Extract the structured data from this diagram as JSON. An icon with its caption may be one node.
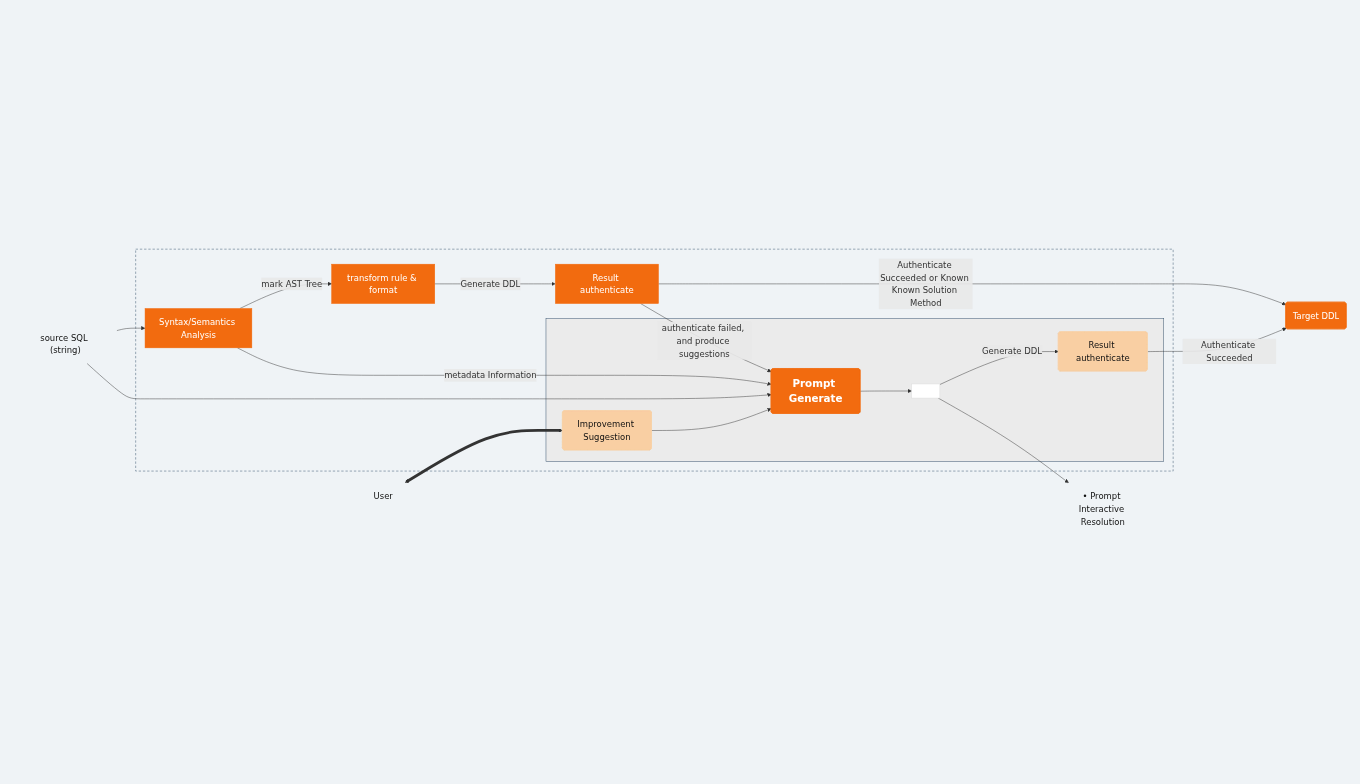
{
  "diagram": {
    "nodes": [
      {
        "text": [],
        "shape": "box"
      },
      {
        "text": [
          "Syntax/Semantics Analysis"
        ],
        "in": 0
      },
      {
        "text": [
          "transform rule & format"
        ],
        "in": 0
      },
      {
        "text": [
          "Result authenticate"
        ],
        "in": 0
      },
      {
        "text": [],
        "shape": "box",
        "in": 0
      },
      {
        "text": [
          "Prompt Generate"
        ],
        "in": 4
      },
      {
        "text": [
          "Improvement Suggestion"
        ],
        "in": 4
      },
      {
        "text": [],
        "shape": "box",
        "in": 4
      },
      {
        "text": [
          "Result authenticate"
        ],
        "in": 4
      },
      {
        "text": [
          "source SQL (string)"
        ]
      },
      {
        "text": [
          "User"
        ]
      },
      {
        "text": [
          "Target DDL"
        ]
      },
      {
        "text": [
          "• Prompt Interactive Resolution"
        ]
      }
    ],
    "edges": [
      {
        "from": 9,
        "to": 1,
        "arrow": "to"
      },
      {
        "from": 9,
        "to": 5,
        "arrow": "to"
      },
      {
        "from": 1,
        "to": 2,
        "label": "mark AST Tree",
        "arrow": "to"
      },
      {
        "from": 2,
        "to": 3,
        "label": "Generate DDL",
        "arrow": "to"
      },
      {
        "from": 1,
        "to": 5,
        "label": "metadata Information",
        "arrow": "to"
      },
      {
        "from": 3,
        "to": 5,
        "label": "authenticate failed, and produce suggestions",
        "arrow": "to"
      },
      {
        "from": 3,
        "to": 11,
        "label": "Authenticate Succeeded or Known Known Solution Method",
        "arrow": "to"
      },
      {
        "from": 8,
        "to": 11,
        "label": "Authenticate Succeeded",
        "arrow": "to"
      },
      {
        "from": 5,
        "to": 7,
        "arrow": "to"
      },
      {
        "from": 7,
        "to": 8,
        "label": "Generate DDL",
        "arrow": "to"
      },
      {
        "from": 7,
        "to": 12,
        "arrow": "to"
      },
      {
        "from": 6,
        "to": 5,
        "arrow": "to"
      },
      {
        "from": 10,
        "to": 6,
        "arrow": "both",
        "style": "thick"
      }
    ]
  }
}
